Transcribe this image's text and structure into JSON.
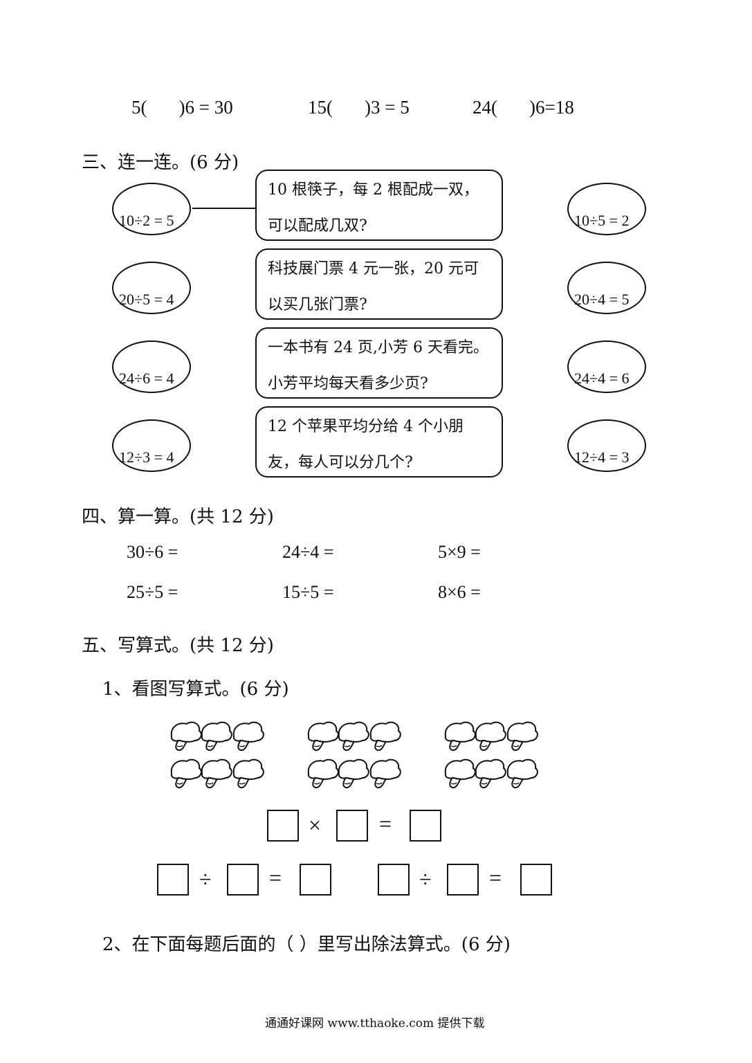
{
  "fill_ops": [
    {
      "left": "5(",
      "right": ")6 = 30"
    },
    {
      "left": "15(",
      "right": ")3 = 5"
    },
    {
      "left": "24(",
      "right": ")6=18"
    }
  ],
  "section3": {
    "heading": "三、连一连。(6 分)",
    "left_ovals": [
      "10÷2 = 5",
      "20÷5 = 4",
      "24÷6 = 4",
      "12÷3 = 4"
    ],
    "right_ovals": [
      "10÷5 = 2",
      "20÷4 = 5",
      "24÷4 = 6",
      "12÷4 = 3"
    ],
    "problems": [
      {
        "line1": "10 根筷子，每 2 根配成一双，",
        "line2": "可以配成几双?"
      },
      {
        "line1": "科技展门票 4 元一张，20 元可",
        "line2": "以买几张门票?"
      },
      {
        "line1": "一本书有 24 页,小芳 6 天看完。",
        "line2": "小芳平均每天看多少页?"
      },
      {
        "line1": "12  个苹果平均分给  4  个小朋",
        "line2": "友，每人可以分几个?"
      }
    ]
  },
  "section4": {
    "heading": "四、算一算。(共 12 分)",
    "row1": [
      "30÷6 =",
      "24÷4 =",
      "5×9 ="
    ],
    "row2": [
      "25÷5 =",
      "15÷5 =",
      "8×6 ="
    ]
  },
  "section5": {
    "heading": "五、写算式。(共 12 分)",
    "sub1": "1、看图写算式。(6 分)",
    "ops": {
      "times": "×",
      "divide": "÷",
      "equals": "="
    },
    "sub2": "2、在下面每题后面的（    ）里写出除法算式。(6 分)"
  },
  "footer": "通通好课网  www.tthaoke.com  提供下载"
}
